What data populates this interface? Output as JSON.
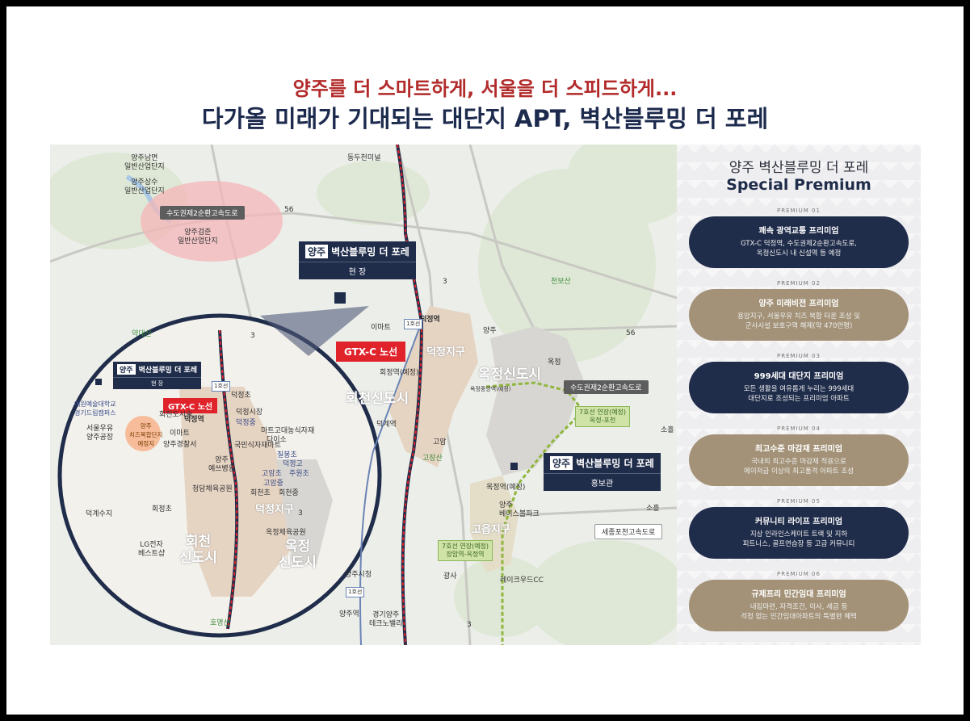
{
  "header": {
    "line1": "양주를 더 스마트하게, 서울을 더 스피드하게...",
    "line2": "다가올 미래가 기대되는 대단지 APT, 벽산블루밍 더 포레"
  },
  "colors": {
    "navy": "#1f2c4a",
    "tan": "#a39277",
    "gtx_red": "#e0232b",
    "headline_red": "#b22a2a"
  },
  "map": {
    "labels": {
      "dongducheon": "동두천미널",
      "yangju_nammyeon": "양주남면\n일반산업단지",
      "yangju_sangsu": "양주상수\n일반산업단지",
      "yangju_geomjun": "양주검준\n일반산업단지",
      "cheonbosan": "천보산",
      "emart": "이마트",
      "deokjeong_station": "덕정역",
      "yangju": "양주",
      "okjeong": "옥정",
      "deokjeong_district": "덕정지구",
      "hoejeong_station": "회정역(예정)",
      "okjeong_newtown": "옥정신도시",
      "okjeong_central": "옥정중앙역(예정)",
      "hoecheon_newtown": "회천신도시",
      "deokgye_station": "덕계역",
      "goam": "고암",
      "goamsan": "고장산",
      "okjeong_station": "옥정역(예정)",
      "base_park": "양주\n베이스볼파크",
      "goeup_district": "고읍지구",
      "soheul_east": "소흘",
      "soheul": "소흘",
      "gwangsa": "광사",
      "lakewood": "레이크우드CC",
      "yangju_sicheong": "양주시청",
      "yangju_station": "양주역",
      "techno_valley": "경기양주\n테크노밸리",
      "line1_tag": "1호선",
      "line1_tag2": "1호선"
    },
    "roads": {
      "ring_road_top": "수도권제2순환고속도로",
      "ring_road_right": "수도권제2순환고속도로",
      "sejong_pocheon": "세종포천고속도로"
    },
    "route_nums": {
      "r56a": "56",
      "r56b": "56",
      "r3a": "3",
      "r3b": "3",
      "r3c": "3",
      "r3d": "3"
    },
    "line7_plan1": "7호선 연장(예정)\n옥정-포천",
    "line7_plan2": "7호선 연장(예정)\n장암역-옥정역",
    "site_callout": {
      "tag": "양주",
      "name": "벽산블루밍 더 포레",
      "sub": "현 장"
    },
    "showroom_callout": {
      "tag": "양주",
      "name": "벽산블루밍 더 포레",
      "sub": "홍보관"
    },
    "gtx_label": "GTX-C 노선",
    "inset": {
      "callout": {
        "tag": "양주",
        "name": "벽산블루밍 더 포레",
        "sub": "현 장"
      },
      "gtx_label": "GTX-C 노선",
      "labels": {
        "yakdaesan": "약대산",
        "yewon": "예원예술대학교\n경기드림캠퍼스",
        "seoul_milk": "서울우유\n양주공장",
        "chizu": "양주\n치즈복합단지\n예정지",
        "hoecheon_dosul": "회천도시술",
        "emart": "이마트",
        "yangju_police": "양주경찰서",
        "deokjeong_station": "덕정역",
        "deokjeong_cho": "덕정초",
        "deokjeong_market": "덕정시장",
        "deokjeong_jung": "덕정중",
        "mart_complex": "마트고대농식자재",
        "daiso": "다이소",
        "national_mart": "국민식자재마트",
        "chilbongcho": "칠봉초",
        "deokjeong_go": "덕정고",
        "yangju_yesan": "양주\n예쓰병원",
        "goamcho": "고암초",
        "juwoncho": "주원초",
        "goamjung": "고암중",
        "cheongdam_park": "청담체육공원",
        "hoecheon_cho": "회천초",
        "hoecheon_jung": "회천중",
        "hoejeong_cho": "회정초",
        "deokgye_park": "덕계수지",
        "deokjeong_jigu": "덕정지구",
        "okjeong_park": "옥정체육공원",
        "lg": "LG전자\n베스트샵",
        "hoecheon_newtown": "회천\n신도시",
        "okjeong_newtown": "옥정\n신도시",
        "hoyeongsan": "호명산",
        "line1_tag": "1호선"
      }
    }
  },
  "panel": {
    "title": "양주 벽산블루밍 더 포레",
    "subtitle": "Special Premium",
    "premiums": [
      {
        "num": "PREMIUM 01",
        "title": "쾌속 광역교통 프리미엄",
        "desc": "GTX-C 덕정역, 수도권제2순환고속도로,\n옥정신도시 내 신설역 등 예정",
        "style": "navy"
      },
      {
        "num": "PREMIUM 02",
        "title": "양주 미래비전 프리미엄",
        "desc": "용암지구, 서울우유 치즈 복합 타운 조성 및\n군사시설 보호구역 해제(약 470만평)",
        "style": "tan"
      },
      {
        "num": "PREMIUM 03",
        "title": "999세대 대단지 프리미엄",
        "desc": "모든 생활을 여유롭게 누리는 999세대\n대단지로 조성되는 프리미엄 아파트",
        "style": "navy"
      },
      {
        "num": "PREMIUM 04",
        "title": "최고수준 마감재 프리미엄",
        "desc": "국내외 최고수준 마감재 적용으로\n메이저급 이상의 최고품격 아파트 조성",
        "style": "tan"
      },
      {
        "num": "PREMIUM 05",
        "title": "커뮤니티 라이프 프리미엄",
        "desc": "지상 인라인스케이트 트랙 및 지하\n피트니스, 골프연습장 등 고급 커뮤니티",
        "style": "navy"
      },
      {
        "num": "PREMIUM 06",
        "title": "규제프리 민간임대 프리미엄",
        "desc": "내집마련, 자격조건, 이사, 세금 등\n걱정 없는 민간임대아파트의 특별한 혜택",
        "style": "tan"
      }
    ]
  }
}
